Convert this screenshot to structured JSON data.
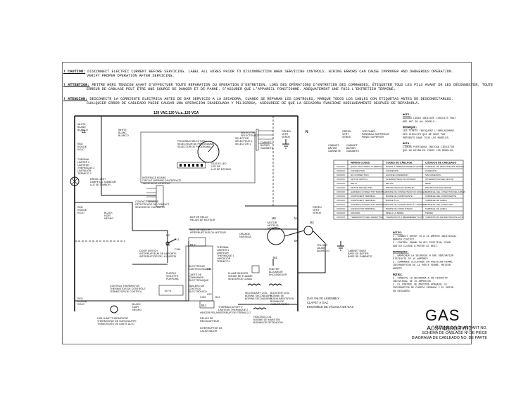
{
  "warnings": [
    {
      "tag": "! CAUTION:",
      "lines": [
        "DISCONNECT ELECTRIC CURRENT BEFORE SERVICING. LABEL ALL WIRES PRIOR TO DISCONNECTION WHEN SERVICING CONTROLS. WIRING ERRORS CAN CAUSE IMPROPER AND DANGEROUS OPERATION.",
        "VERIFY PROPER OPERATION AFTER SERVICING."
      ]
    },
    {
      "tag": "! ATTENTION:",
      "lines": [
        "METTRE HORS TENSION AVANT D'EFFECTUER TOUTE REPARATION OU OPERATION D'ENTRETIEN. LORS DES OPÉRATIONS D'ENTRETIEN DES COMMANDES, ÉTIQUETER TOUS LES FILS AVANT DE LES DÉCONNECTER. TOUTE",
        "ERREUR DE CÂBLAGE PEUT ÊTRE UNE SOURCE DE DANGER ET DE PANNE. S'ASSURER QUE L'APPAREIL FONCTIONNE. ADÉQUATEMENT UNE FOIS L'ENTRETIEN TERMINÉ."
      ]
    },
    {
      "tag": "! ATENCION:",
      "lines": [
        "DESCONECTE LA CORRIENTE ELECTRICA ANTES DE DAR SERVICIO A LA SECADORA, CUANDO SE REPARAN LOS CONTROLES, MARQUE TODOS LOS CABLES CON ETIQUETAS ANTES DE DESCONECTARLOS.",
        "CUALQUIER ERROR DE CABLEADO PUEDE CAUSAR UNA OPERACIÓN INADECUADA Y PELIGROSA, ASEGÚRESE DE QUE LA SECADORA FUNCIONE ADECUADAMENTE DESPUÉS DE REPARARLA."
      ]
    }
  ],
  "supply": "120 VAC,120 Vc.a.,120 VCA",
  "labels": {
    "l1": "L1",
    "n": "N",
    "white": [
      "WHITE",
      "BLANC",
      "BLANCO"
    ],
    "red_l": [
      "RED",
      "ROUGE",
      "ROJO"
    ],
    "thermal_limiter_2": [
      "THERMAL",
      "LIMITER 2",
      "LIMITEUR",
      "THERMIQUE 2",
      "LIMITADOR",
      "TERMICO 2"
    ],
    "drum_light": [
      "DRUM LIGHT",
      "LAMPE DU TAMBOUR",
      "LUZ DE TAMBOR"
    ],
    "contact_sensor": [
      "CONTACT SENSOR",
      "DÉTECTEURS DE CONTACT",
      "SENSOR DE CONTACTO"
    ],
    "program_selector": [
      "PROGRAM SELECTOR",
      "SÉLECTEUR DE PROGRAMME",
      "SELECTOR DE PROGRAMA"
    ],
    "selector_1": [
      "SELECTOR",
      "SÉLECTEUR 1",
      "SELECTOR 1"
    ],
    "selector_2": [
      "SELECTOR",
      "SÉLECTEUR 2",
      "SELECTOR 2"
    ],
    "status_led": [
      "STATUS  LED",
      "LED DE",
      "LUZ DE ESTADO"
    ],
    "interface_board": [
      "INTERFACE BOARD",
      "CIRCUIT IMPRIMÉ D'INTERFACE",
      "TARJETA DE INTERFAZ"
    ],
    "black": [
      "BLACK",
      "NOIR",
      "NEGRO"
    ],
    "red_r": [
      "RED",
      "ROUGE",
      "ROJO"
    ],
    "door_switch": [
      "DOOR SWITCH",
      "INTERRUPTEUR DE LA PORTE",
      "INTERRUPTOR DE LA PUERTA"
    ],
    "motor_relay": [
      "MOTOR RELAY",
      "RELAIS DE MOTEUR"
    ],
    "motor_switch": [
      "MOTOR SWITCH",
      "INTERRUPTEUR DU MOTEUR"
    ],
    "thermal_limiter_1": [
      "THERMAL",
      "LIMITER 1",
      "LIMITEUR",
      "THERMIQUE 1",
      "LIMITADOR",
      "TERMICO 1"
    ],
    "electronic_board": [
      "ELECTRONIC",
      "CONTROL BOARD"
    ],
    "carte": [
      "CARTE DE",
      "COMMANDE",
      "ÉLECTRONIQUE"
    ],
    "tablero": [
      "TABLERO DE",
      "CONTROL",
      "ELECTRÓNICO"
    ],
    "control_thermistor": [
      "CONTROL THERMISTOR",
      "THERMISTOR DE CONTRÔLE",
      "TERMISTOR DE CONTROL"
    ],
    "high_limit": [
      "HIGH LIMIT THERMOSTAT",
      "THERMOSTAT DE SURCHAUFFE",
      "TERMOSTATO DE LIMITE ALTO"
    ],
    "heater_relay": [
      "HEATER RELAY",
      "RELAIS DE",
      "RÉCHAUFFEUR"
    ],
    "interruptor_cal": [
      "INTERRUPTOR DE",
      "CALENTADOR"
    ],
    "thermal_cutoff": [
      "THERMALCUTOFF 2",
      "LIMITEUR THERMIQUE 2",
      "INTERRUPTOR TÉRMICO 2"
    ],
    "flame_sensor": [
      "FLAME SENSOR",
      "SONDE DE FLAMME",
      "SENSOR DE LLAMA"
    ],
    "igniter": [
      "IGNITER",
      "ALLUMEUR",
      "ENCENDEDOR"
    ],
    "secondary_coil": [
      "SECONDARY COIL",
      "BOBINE SECONDAIRE",
      "BOBINA SECUNDARIA"
    ],
    "booster_coil": [
      "BOOSTER COIL",
      "BOBINE DE",
      "SURALIMENTATION",
      "BOBINA DE",
      "ACELERACIÓN"
    ],
    "holding_coil": [
      "HOLDING COIL",
      "BOBINE DE MAINTIEN",
      "BOBINA DE RETENCIÓN"
    ],
    "gas_valve": [
      "GAS VALVE ASSEMBLY",
      "CLAPET À GAZ",
      "ENSAMBLE DE VÁLVULA DE GAS"
    ],
    "motor": [
      "MOTOR",
      "MOTEUR",
      "MOTOR"
    ],
    "cabinet_base": [
      "CABINET BASE",
      "BASE DE BÂTIER",
      "BASE DE GABINETE"
    ],
    "green_top": [
      "GREEN",
      "VERT",
      "VERDE"
    ],
    "cabinet_top": [
      "CABINET",
      "BÂTIER",
      "GABINETE"
    ],
    "yellow": [
      "YELLOW",
      "JAUNE",
      "AMARILLO"
    ],
    "purple": [
      "PURPLE",
      "VIOLETTE",
      "PURPURA"
    ],
    "orange": [
      "ORANGE",
      "NARANJA"
    ],
    "m1": "M1",
    "m2": "M2",
    "m4": "M4",
    "m5": "M5",
    "m6": "M6",
    "rl1": "RL1",
    "rl2": "RL2",
    "ht1": "HT1",
    "ht2": "HT2",
    "bl2": "BL2",
    "bl1": "BL1",
    "com": "COM",
    "nc": "NC",
    "no": "NO",
    "temp": "50 +0"
  },
  "legend_top": [
    {
      "color": [
        "GREEN",
        "VERT",
        "VERDE"
      ],
      "text": [
        "TOP PANEL",
        "PANNEAU SUPERIEUR",
        "PANEL SUPERIOR"
      ]
    },
    {
      "color": [
        "CABINET",
        "BÂTIER",
        "GABINETE"
      ],
      "text": [
        "CABINET",
        "BÂTIER",
        "GABINETE"
      ]
    }
  ],
  "wiring_table": {
    "headers": [
      "WIRING CODES",
      "CODES DE CÂBLAGE",
      "CÓDIGOS DE CABLEADO"
    ],
    "rows": [
      [
        "QUICK DISCONNECT TERMINAL",
        "BORNE À DEBRANCHEMENT RAPIDE",
        "TERMINAL DE DESCONEXIÓN RÁPIDA"
      ],
      [
        "CONNECTION",
        "CONNEXION",
        "CONEXIÓN"
      ],
      [
        "NO CONNECTION",
        "AUCUNE CONNEXION",
        "SIN CONEXIÓN"
      ],
      [
        "MOTOR SWITCH",
        "INTERRUPTEUR DU MOTEUR",
        "INTERRUPTOR DEL MOTOR"
      ],
      [
        "RELAY",
        "RELAIS",
        "RELÉ"
      ],
      [
        "MOTOR PROTECTOR",
        "PROTECTEUR DU MOTEUR",
        "PROTECTOR DEL MOTOR"
      ],
      [
        "HARNESS CONNECTOR TERMINAL",
        "BORNE DE CONNECTEUR DU FAISCEAU",
        "TERMINAL DEL CONECTOR DEL ARNÉS"
      ],
      [
        "COMPONENT TERMINAL",
        "BORNE DE COMPOSANTE",
        "TERMINAL DEL COMPONENTE"
      ],
      [
        "COMPONENT TERMINAL",
        "BORNE À FIL",
        "TERMINAL DE CABLE"
      ],
      [
        "HARNESS CONNECTOR TERMINAL",
        "BORNE DE CONNECTEUR À L'APPAREIL",
        "TERMINAL DEL CONECTOR"
      ],
      [
        "CONDUCTOR TERMINAL",
        "BORNE DE CONDUCTEUR",
        "TERMINAL DE CABLE"
      ],
      [
        "GROUND",
        "MISE À LA TERRE",
        "TIERRA"
      ],
      [
        "THERMOSTAT SELF RESETTING",
        "THERMOSTAT À RÉARMEMENT AUTO",
        "TERMOSTATO DE REPOSICIÓN AUTO"
      ]
    ]
  },
  "notes_top": [
    {
      "title": "NOTE:",
      "lines": [
        "DASHED LINES INDICATE CIRCUITS THAT",
        "ARE NOT IN ALL MODELS."
      ]
    },
    {
      "title": "REMARQUE:",
      "lines": [
        "LES TIRETS INDIQUENT L'EMPLACEMENT",
        "DES CIRCUITS QUI NE SONT PAS",
        "PRÉSENTS DANS TOUS LES MODÈLES."
      ]
    },
    {
      "title": "NOTA:",
      "lines": [
        "LÍNEAS PUNTEADAS INDICAN CIRCUITOS",
        "QUE NO ESTÁN EN TODOS LOS MODELOS."
      ]
    }
  ],
  "notes_bottom": [
    {
      "title": "NOTES:",
      "lines": [
        "1. CONNECT DRYER TO A 15 AMPERE INDIVIDUAL",
        "   BRANCH CIRCUIT.",
        "2. CONTROL SHOWN IN OFF POSITION, DOOR",
        "   SWITCH CLOSED & MOTOR AT REST."
      ]
    },
    {
      "title": "REMARQUES:",
      "lines": [
        "1. BRANCHER LA SÉCHEUSE À UNE DÉRIVATION",
        "   DISTINCTE DE 15 AMPÈRES.",
        "2. COMMANDE ILLUSTRÉE EN POSITION FERMÉ,",
        "   INTERRUPTEUR DE LA PORTE FERMÉ, MOTEUR",
        "   ARRÊTÉ."
      ]
    },
    {
      "title": "NOTAS:",
      "lines": [
        "1. CONECTE LA SECADORA A UN CIRCUITO",
        "   INDIVIDUAL DE 15 AMPERIOS.",
        "2. EL CONTROL SE MUESTRA APAGADO, EL",
        "   INTERRUPTOR DE PUERTA CERRADO Y EL MOTOR",
        "   EN DESCANSO."
      ]
    }
  ],
  "title_block": {
    "lines": [
      "WIRING DIAGRAM PART NO.",
      "SCHÉMA DE CÂBLAGE Nº DE PIÈCE",
      "DIAGRAMA DE CABLEADO NO. DE PARTE"
    ],
    "fuel": "GAS",
    "part_number": "A05748003 /01"
  }
}
